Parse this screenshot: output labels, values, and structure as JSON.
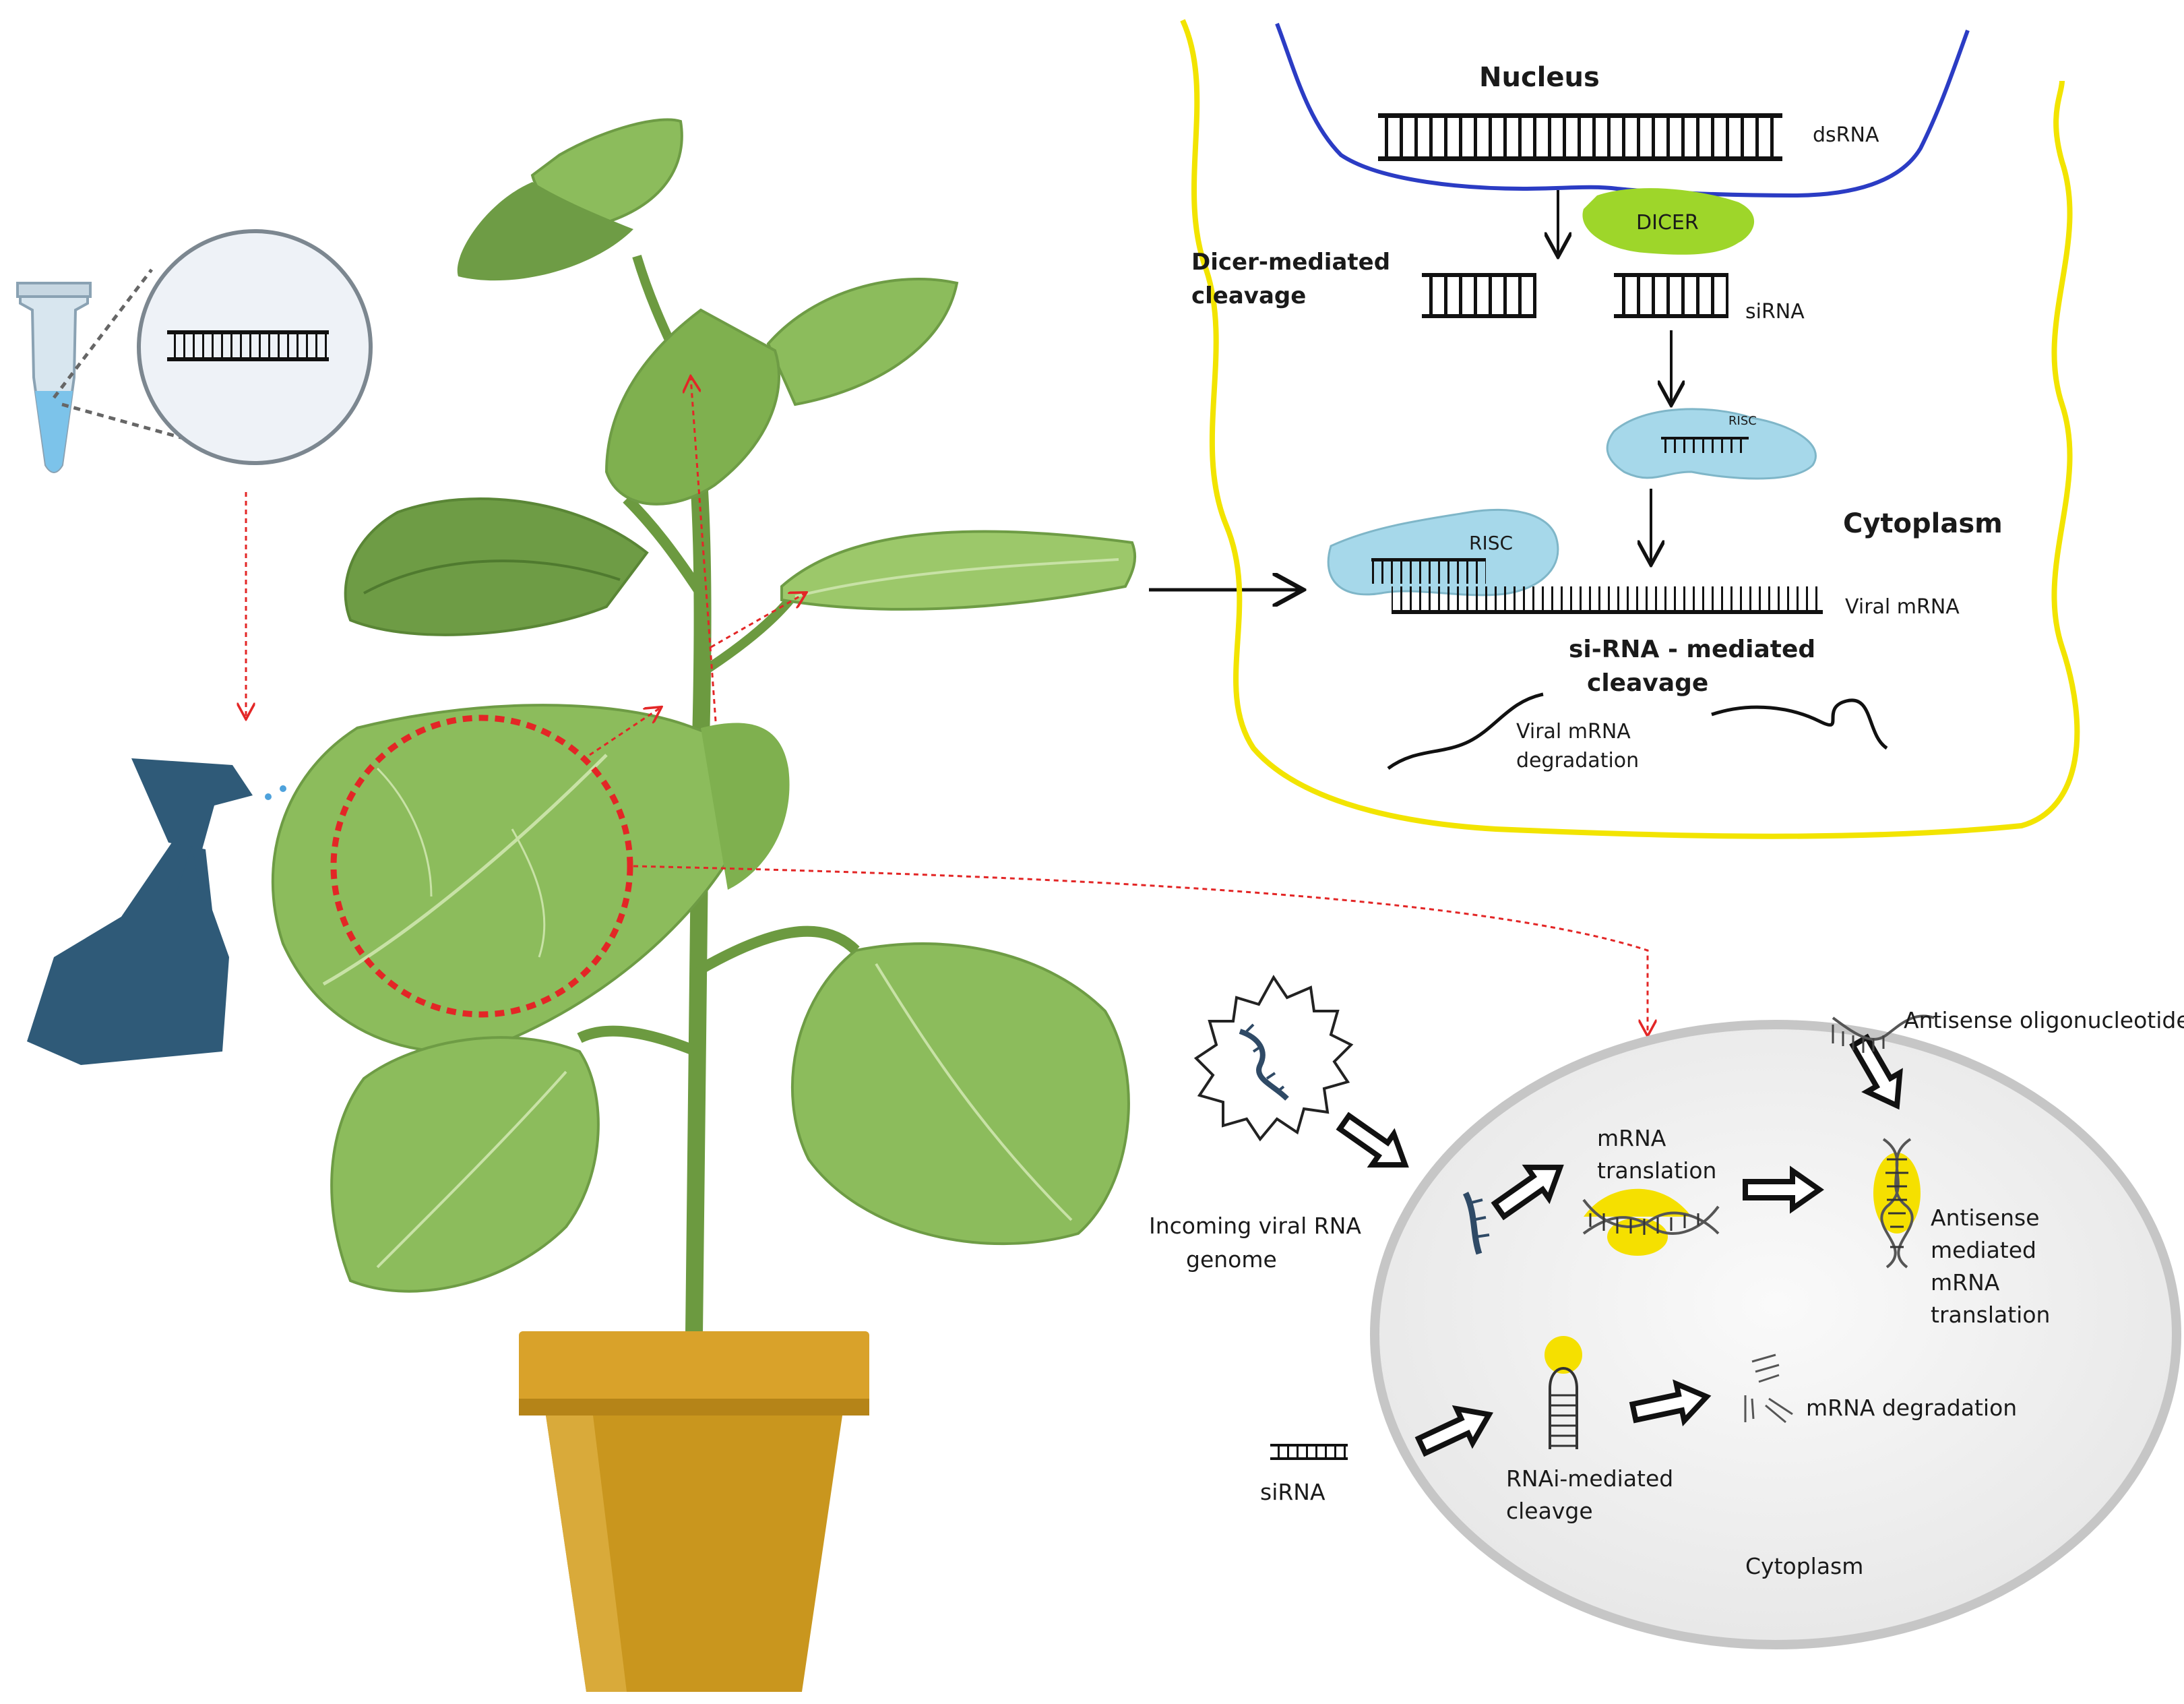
{
  "top_panel": {
    "nucleus": "Nucleus",
    "dsrna": "dsRNA",
    "dicer": "DICER",
    "dicer_cleavage_line1": "Dicer-mediated",
    "dicer_cleavage_line2": "cleavage",
    "sirna": "siRNA",
    "risc_small": "RISC",
    "risc_large": "RISC",
    "cytoplasm": "Cytoplasm",
    "viral_mrna": "Viral mRNA",
    "sirna_cleavage_line1": "si-RNA - mediated",
    "sirna_cleavage_line2": "cleavage",
    "degradation_line1": "Viral mRNA",
    "degradation_line2": "degradation"
  },
  "bottom_panel": {
    "antisense_oligo": "Antisense oligonucleotide",
    "incoming_line1": "Incoming viral RNA",
    "incoming_line2": "genome",
    "mrna_translation_line1": "mRNA",
    "mrna_translation_line2": "translation",
    "antisense_mediated_line1": "Antisense",
    "antisense_mediated_line2": "mediated",
    "antisense_mediated_line3": "mRNA",
    "antisense_mediated_line4": "translation",
    "sirna": "siRNA",
    "rnai_line1": "RNAi-mediated",
    "rnai_line2": "cleavge",
    "mrna_degradation": "mRNA degradation",
    "cytoplasm": "Cytoplasm"
  },
  "colors": {
    "nucleus_border": "#2b3cc4",
    "cell_border": "#f2e400",
    "dicer": "#9ed62a",
    "risc": "#a6d8ea",
    "leaf": "#8cbc5c",
    "leaf_dark": "#6e9c45",
    "stem": "#6c9a40",
    "pot": "#c9961e",
    "spray_bottle": "#2f5a78",
    "red_dotted": "#e32626",
    "ribosome": "#f5e000",
    "cell_fill": "#ececec"
  }
}
